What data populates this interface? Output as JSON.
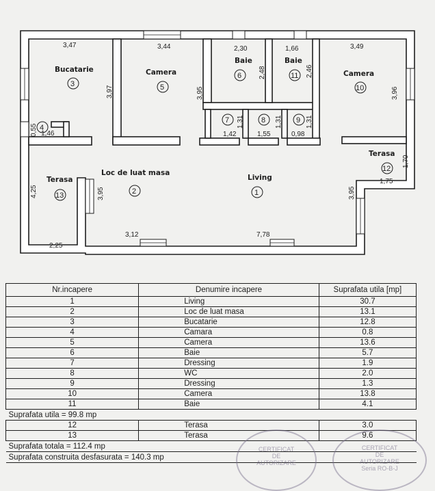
{
  "rooms": [
    {
      "num": "1",
      "name": "Living"
    },
    {
      "num": "2",
      "name": "Loc de luat masa"
    },
    {
      "num": "3",
      "name": "Bucatarie"
    },
    {
      "num": "4",
      "name": ""
    },
    {
      "num": "5",
      "name": "Camera"
    },
    {
      "num": "6",
      "name": "Baie"
    },
    {
      "num": "7",
      "name": ""
    },
    {
      "num": "8",
      "name": ""
    },
    {
      "num": "9",
      "name": ""
    },
    {
      "num": "10",
      "name": "Camera"
    },
    {
      "num": "11",
      "name": "Baie"
    },
    {
      "num": "12",
      "name": "Terasa"
    },
    {
      "num": "13",
      "name": "Terasa"
    }
  ],
  "dimensions": {
    "kitchen_w": "3,47",
    "kitchen_h": "3,97",
    "room5_w": "3,44",
    "room5_h": "3,95",
    "bath6_w": "2,30",
    "bath6_h": "2,48",
    "bath11_w": "1,66",
    "bath11_h": "2,46",
    "room10_w": "3,49",
    "room10_h": "3,96",
    "d7_h": "1,31",
    "d7_w": "1,42",
    "wc8_h": "1,31",
    "wc8_w": "1,55",
    "d9_h": "1,31",
    "d9_w": "0,98",
    "pantry_h": "0,55",
    "pantry_w": "1,46",
    "ter12_h": "1,70",
    "ter12_w": "1,75",
    "ter13_h": "4,25",
    "ter13_w": "2,25",
    "dining_h": "3,95",
    "dining_w": "3,12",
    "living_w": "7,78",
    "living_h": "3,95"
  },
  "table": {
    "headers": [
      "Nr.incapere",
      "Denumire incapere",
      "Suprafata utila [mp]"
    ],
    "rows": [
      [
        "1",
        "Living",
        "30.7"
      ],
      [
        "2",
        "Loc de luat masa",
        "13.1"
      ],
      [
        "3",
        "Bucatarie",
        "12.8"
      ],
      [
        "4",
        "Camara",
        "0.8"
      ],
      [
        "5",
        "Camera",
        "13.6"
      ],
      [
        "6",
        "Baie",
        "5.7"
      ],
      [
        "7",
        "Dressing",
        "1.9"
      ],
      [
        "8",
        "WC",
        "2.0"
      ],
      [
        "9",
        "Dressing",
        "1.3"
      ],
      [
        "10",
        "Camera",
        "13.8"
      ],
      [
        "11",
        "",
        "4.1"
      ]
    ],
    "row11_name": "Baie",
    "suprafata_utila": "Suprafata utila = 99.8 mp",
    "terrace_rows": [
      [
        "12",
        "Terasa",
        "3.0"
      ],
      [
        "13",
        "Terasa",
        "9.6"
      ]
    ],
    "suprafata_totala": "Suprafata totala = 112.4 mp",
    "suprafata_construita": "Suprafata construita desfasurata = 140.3 mp"
  },
  "stamps": {
    "left": [
      "CERTIFICAT",
      "DE",
      "AUTORIZARE"
    ],
    "right": [
      "CERTIFICAT",
      "DE",
      "AUTORIZARE",
      "Seria RO-B-J"
    ]
  }
}
